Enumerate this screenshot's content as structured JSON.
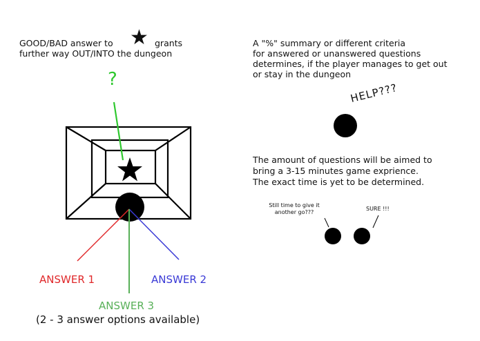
{
  "left_note": {
    "line1_pre": "GOOD/BAD answer to",
    "line1_post": "grants",
    "line2": "further way OUT/INTO the dungeon"
  },
  "question_mark": "?",
  "answers": {
    "a1": "ANSWER 1",
    "a2": "ANSWER 2",
    "a3": "ANSWER 3",
    "options_note": "(2 - 3 answer options available)"
  },
  "right_note": {
    "lines": [
      "A \"%\" summary or different criteria",
      "for answered or unanswered questions",
      "determines, if the player manages to get out",
      "or stay in the dungeon"
    ]
  },
  "help_text": "HELP???",
  "time_note": {
    "lines": [
      "The amount of questions will be aimed to",
      "bring a 3-15 minutes game exprience.",
      "The exact time is yet to be determined."
    ]
  },
  "dialog": {
    "left_lines": [
      "Still time to give it",
      "another go???"
    ],
    "right": "SURE !!!"
  },
  "colors": {
    "answer1": "#e0282a",
    "answer2": "#3a3ad6",
    "answer3": "#58b058",
    "question_line": "#2ec82e"
  },
  "icons": [
    "star-icon",
    "player-dot",
    "dungeon-room"
  ]
}
